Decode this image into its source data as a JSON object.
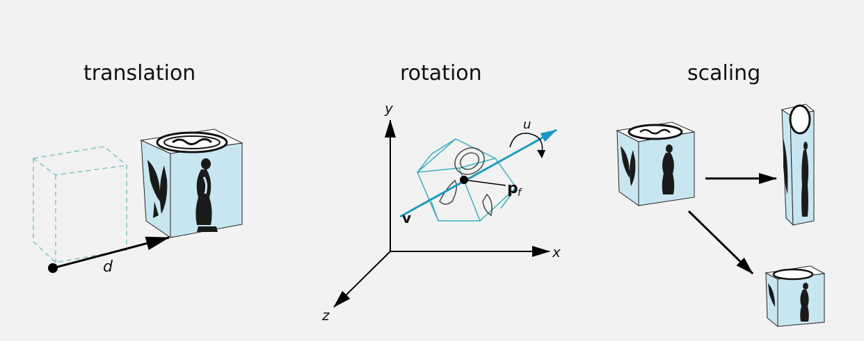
{
  "titles": {
    "translation": "translation",
    "rotation": "rotation",
    "scaling": "scaling"
  },
  "labels": {
    "d": "d",
    "x": "x",
    "y": "y",
    "z": "z",
    "u": "u",
    "v": "v",
    "p": "p",
    "f": "f"
  },
  "colors": {
    "background": "#f2f2f2",
    "cube_face": "#c8e6f0",
    "dashed_cube": "#7fc4c4",
    "rotation_axis": "#1a9ac0",
    "rotated_cube": "#3aaec0",
    "arrow": "#000000"
  }
}
